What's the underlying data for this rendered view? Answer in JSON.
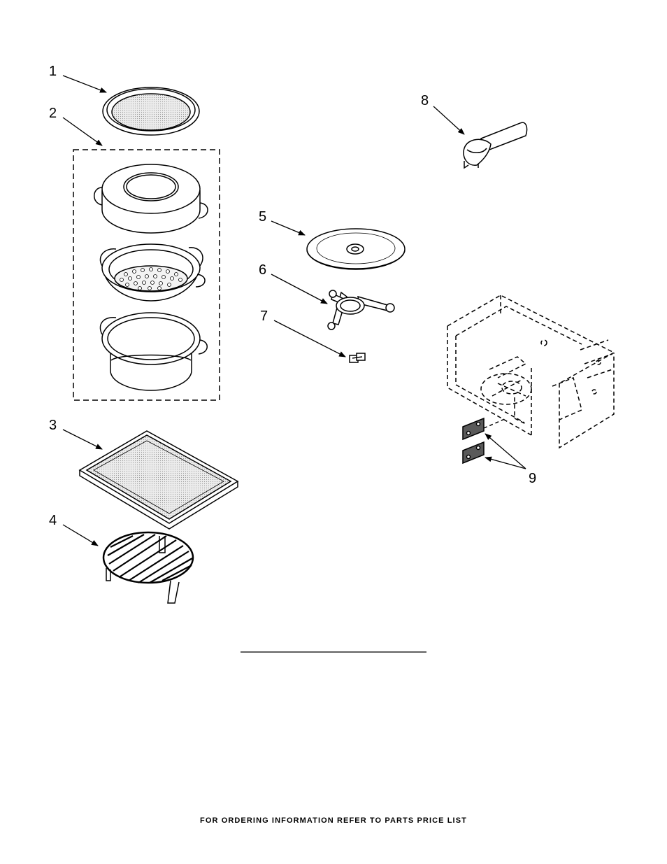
{
  "callouts": {
    "c1": "1",
    "c2": "2",
    "c3": "3",
    "c4": "4",
    "c5": "5",
    "c6": "6",
    "c7": "7",
    "c8": "8",
    "c9": "9"
  },
  "footer": {
    "text": "FOR ORDERING INFORMATION REFER TO PARTS PRICE LIST"
  }
}
